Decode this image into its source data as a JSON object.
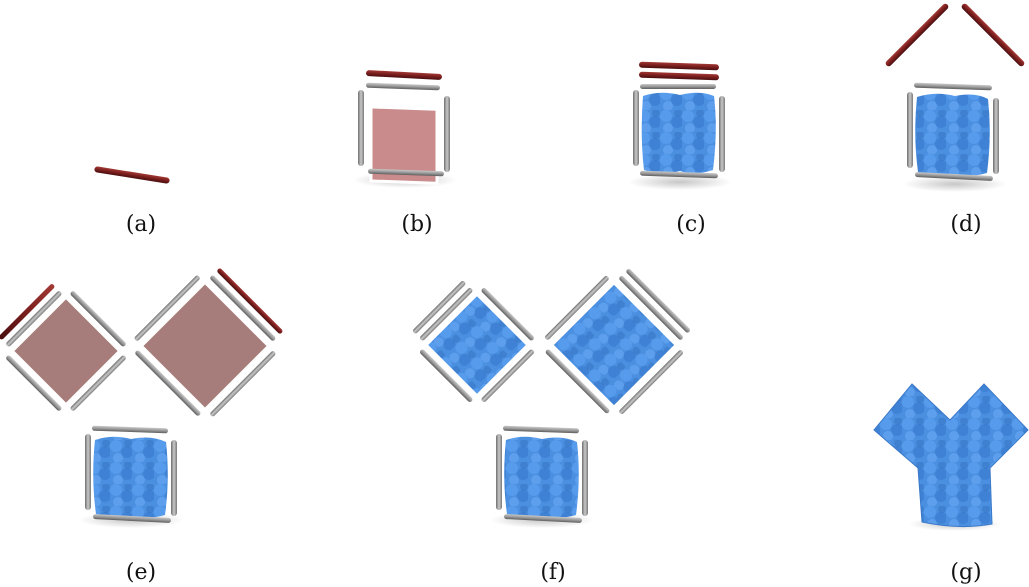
{
  "captions": {
    "a": "(a)",
    "b": "(b)",
    "c": "(c)",
    "d": "(d)",
    "e": "(e)",
    "f": "(f)",
    "g": "(g)"
  },
  "colors": {
    "background": "#ffffff",
    "red_rod": "#7a1e1e",
    "grey_bar": "#9a9a9a",
    "pink_sheet": "#c98b8b",
    "mauve_sheet": "#a67d7a",
    "blue_fluid": "#4a90e2",
    "blue_fluid_dark": "#2f6fc4"
  }
}
